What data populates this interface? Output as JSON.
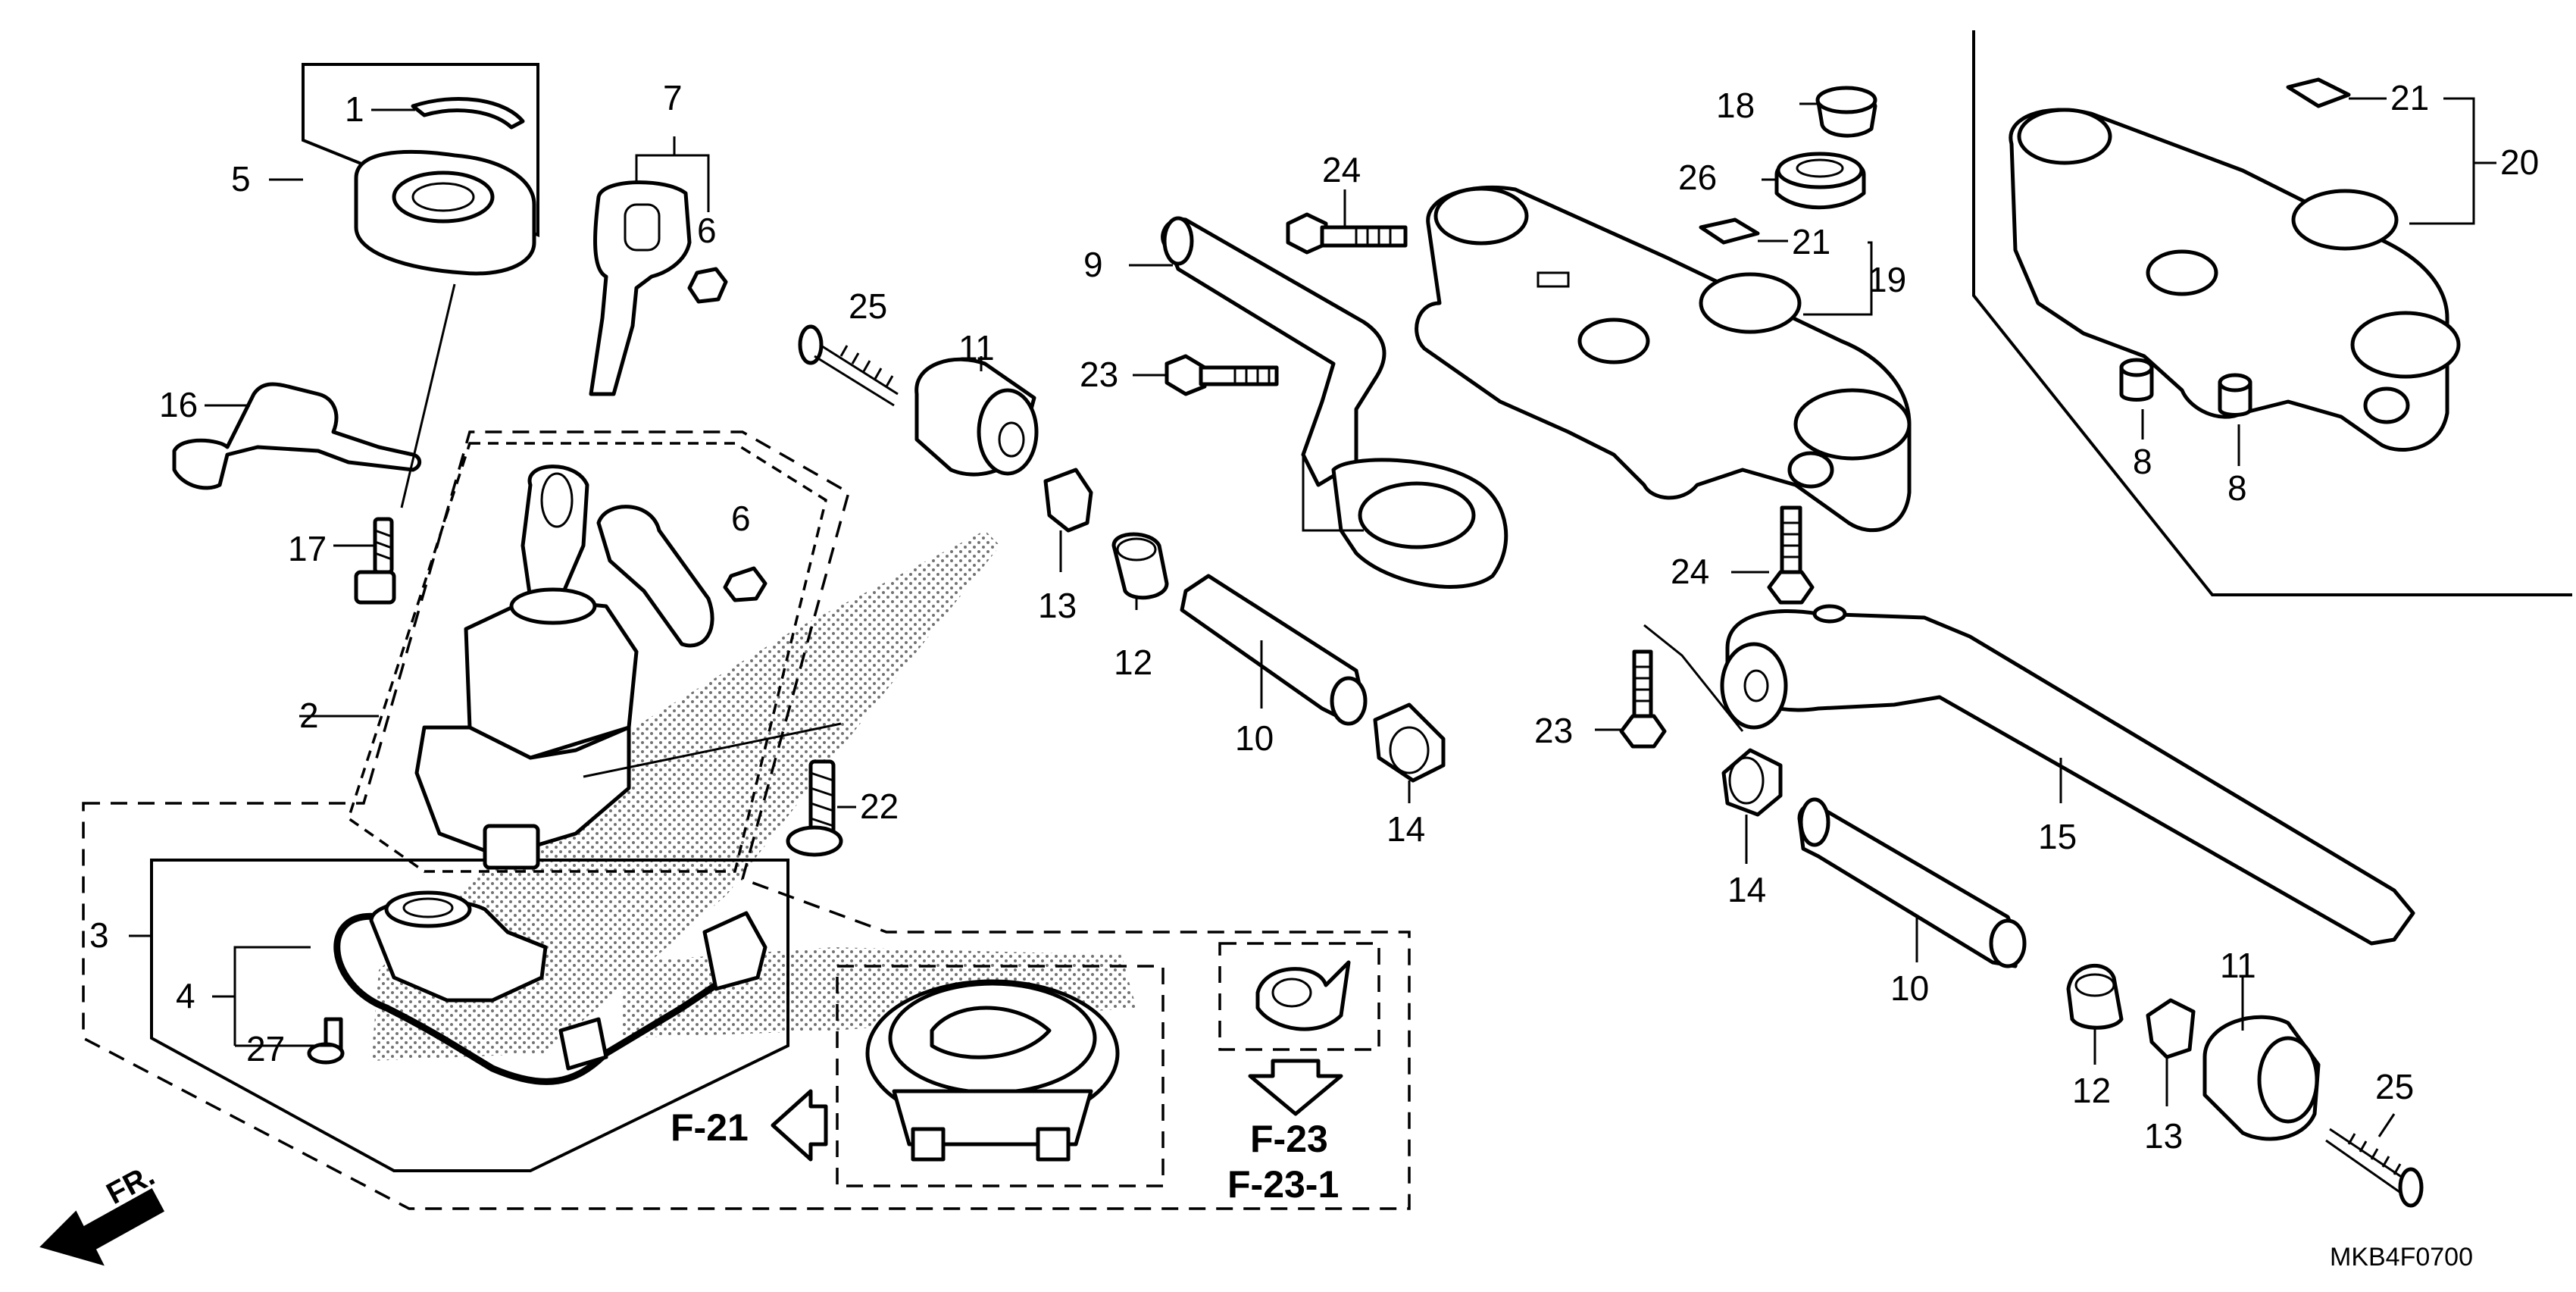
{
  "diagram": {
    "callouts": [
      {
        "id": "c1",
        "text": "1"
      },
      {
        "id": "c2",
        "text": "2"
      },
      {
        "id": "c3",
        "text": "3"
      },
      {
        "id": "c4",
        "text": "4"
      },
      {
        "id": "c5",
        "text": "5"
      },
      {
        "id": "c6a",
        "text": "6"
      },
      {
        "id": "c6b",
        "text": "6"
      },
      {
        "id": "c7",
        "text": "7"
      },
      {
        "id": "c8a",
        "text": "8"
      },
      {
        "id": "c8b",
        "text": "8"
      },
      {
        "id": "c9",
        "text": "9"
      },
      {
        "id": "c10a",
        "text": "10"
      },
      {
        "id": "c10b",
        "text": "10"
      },
      {
        "id": "c11a",
        "text": "11"
      },
      {
        "id": "c11b",
        "text": "11"
      },
      {
        "id": "c12a",
        "text": "12"
      },
      {
        "id": "c12b",
        "text": "12"
      },
      {
        "id": "c13a",
        "text": "13"
      },
      {
        "id": "c13b",
        "text": "13"
      },
      {
        "id": "c14a",
        "text": "14"
      },
      {
        "id": "c14b",
        "text": "14"
      },
      {
        "id": "c15",
        "text": "15"
      },
      {
        "id": "c16",
        "text": "16"
      },
      {
        "id": "c17",
        "text": "17"
      },
      {
        "id": "c18",
        "text": "18"
      },
      {
        "id": "c19",
        "text": "19"
      },
      {
        "id": "c20",
        "text": "20"
      },
      {
        "id": "c21a",
        "text": "21"
      },
      {
        "id": "c21b",
        "text": "21"
      },
      {
        "id": "c22",
        "text": "22"
      },
      {
        "id": "c23a",
        "text": "23"
      },
      {
        "id": "c23b",
        "text": "23"
      },
      {
        "id": "c24a",
        "text": "24"
      },
      {
        "id": "c24b",
        "text": "24"
      },
      {
        "id": "c25a",
        "text": "25"
      },
      {
        "id": "c25b",
        "text": "25"
      },
      {
        "id": "c26",
        "text": "26"
      },
      {
        "id": "c27",
        "text": "27"
      }
    ],
    "references": {
      "f21": "F-21",
      "f23": "F-23",
      "f23_1": "F-23-1"
    },
    "direction_label": "FR.",
    "diagram_code": "MKB4F0700"
  }
}
